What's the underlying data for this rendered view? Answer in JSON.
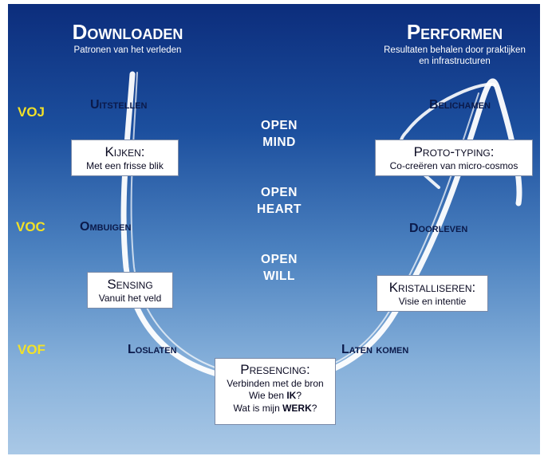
{
  "left_header": {
    "title": "Downloaden",
    "subtitle": "Patronen van het verleden"
  },
  "right_header": {
    "title": "Performen",
    "subtitle_line1": "Resultaten behalen door praktijken",
    "subtitle_line2": "en infrastructuren"
  },
  "levels": [
    "VOJ",
    "VOC",
    "VOF"
  ],
  "open": [
    {
      "line1": "OPEN",
      "line2": "MIND"
    },
    {
      "line1": "OPEN",
      "line2": "HEART"
    },
    {
      "line1": "OPEN",
      "line2": "WILL"
    }
  ],
  "stages": {
    "uitstellen": "Uitstellen",
    "ombuigen": "Ombuigen",
    "loslaten": "Loslaten",
    "belichamen": "Belichamen",
    "doorleven": "Doorleven",
    "laten_komen": "Laten komen"
  },
  "boxes": {
    "kijken": {
      "title": "Kijken:",
      "desc": "Met een frisse blik"
    },
    "sensing": {
      "title": "Sensing",
      "desc": "Vanuit het veld"
    },
    "presencing": {
      "title": "Presencing:",
      "line1": "Verbinden met de bron",
      "line2_a": "Wie ben ",
      "line2_b": "IK",
      "line2_c": "?",
      "line3_a": "Wat is mijn ",
      "line3_b": "WERK",
      "line3_c": "?"
    },
    "prototyping": {
      "title": "Proto-typing:",
      "desc": "Co-creëren van micro-cosmos"
    },
    "kristalliseren": {
      "title": "Kristalliseren:",
      "desc": "Visie en intentie"
    }
  },
  "colors": {
    "level": "#f2e128",
    "stage_label": "#0b1a4a",
    "curve": "#ffffff",
    "background_top": "#0c2d7c",
    "background_bottom": "#a9c8e6"
  }
}
